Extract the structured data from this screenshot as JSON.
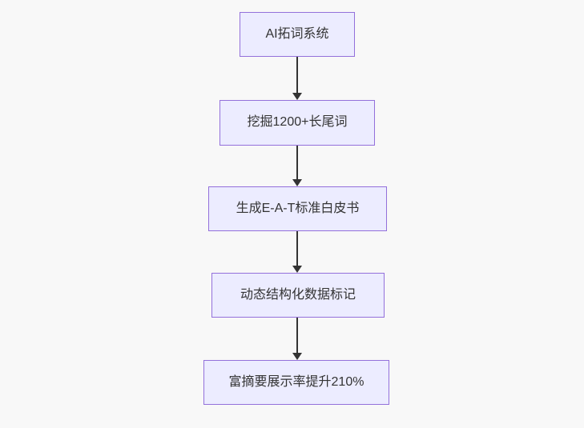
{
  "diagram": {
    "type": "flowchart",
    "direction": "top-down",
    "nodes": [
      {
        "id": "A",
        "label": "AI拓词系统"
      },
      {
        "id": "B",
        "label": "挖掘1200+长尾词"
      },
      {
        "id": "C",
        "label": "生成E-A-T标准白皮书"
      },
      {
        "id": "D",
        "label": "动态结构化数据标记"
      },
      {
        "id": "E",
        "label": "富摘要展示率提升210%"
      }
    ],
    "edges": [
      {
        "from": "A",
        "to": "B"
      },
      {
        "from": "B",
        "to": "C"
      },
      {
        "from": "C",
        "to": "D"
      },
      {
        "from": "D",
        "to": "E"
      }
    ],
    "colors": {
      "node_fill": "#ECECFF",
      "node_border": "#9370DB",
      "arrow": "#333333",
      "text": "#333333",
      "background": "#f8f8f8"
    }
  }
}
